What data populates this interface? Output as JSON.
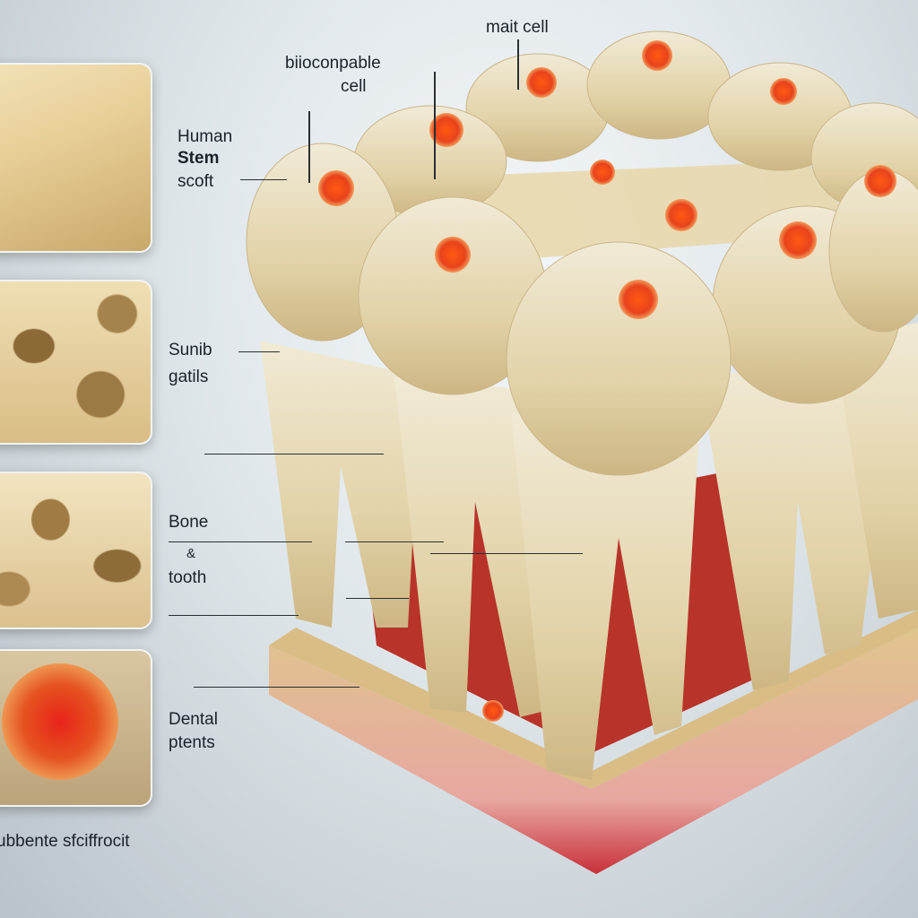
{
  "labels": {
    "mait_cell": "mait cell",
    "biocompatible_line1": "biioconpable",
    "biocompatible_line2": "cell",
    "human_line1": "Human",
    "human_line2": "Stem",
    "human_line3": "scoft",
    "sunib_line1": "Sunib",
    "sunib_line2": "gatils",
    "bone_line1": "Bone",
    "bone_line2": "&",
    "bone_line3": "tooth",
    "dental_line1": "Dental",
    "dental_line2": "ptents",
    "bottom_caption": "ubbente sfciffrocit"
  },
  "colors": {
    "enamel": "#e9dfc0",
    "cell": "#e8431c",
    "tissue": "#c0322a",
    "bone": "#d8bb83"
  }
}
